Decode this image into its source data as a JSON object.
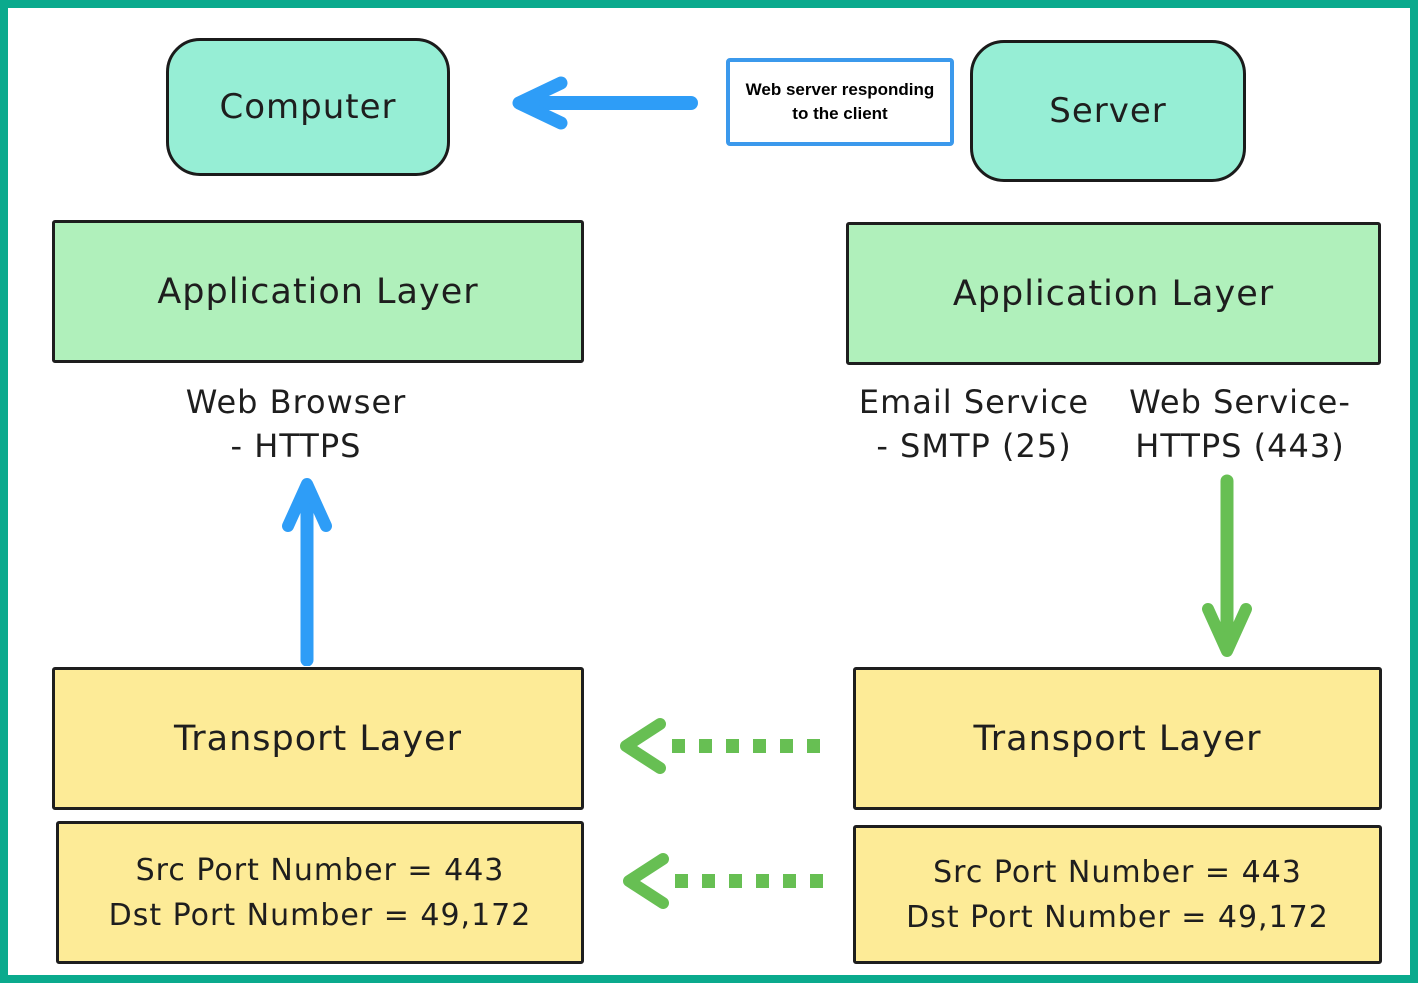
{
  "nodes": {
    "computer_label": "Computer",
    "server_label": "Server"
  },
  "annotation": {
    "text": "Web server responding to the client"
  },
  "client_stack": {
    "application_layer_label": "Application Layer",
    "service_lines": [
      "Web Browser",
      "- HTTPS"
    ],
    "transport_layer_label": "Transport Layer",
    "port_lines": [
      "Src Port Number = 443",
      "Dst Port Number = 49,172"
    ]
  },
  "server_stack": {
    "application_layer_label": "Application Layer",
    "email_service_lines": [
      "Email Service",
      "- SMTP (25)"
    ],
    "web_service_lines": [
      "Web Service-",
      "HTTPS (443)"
    ],
    "transport_layer_label": "Transport Layer",
    "port_lines": [
      "Src Port Number = 443",
      "Dst Port Number = 49,172"
    ]
  },
  "colors": {
    "frame": "#0aaa8d",
    "node_fill": "#96eed5",
    "application_fill": "#b0f0bb",
    "transport_fill": "#fdeb97",
    "arrow_blue": "#2e9df7",
    "arrow_green": "#67bf53",
    "shape_stroke": "#1e1e1e",
    "annotation_border": "#3b99ec"
  }
}
